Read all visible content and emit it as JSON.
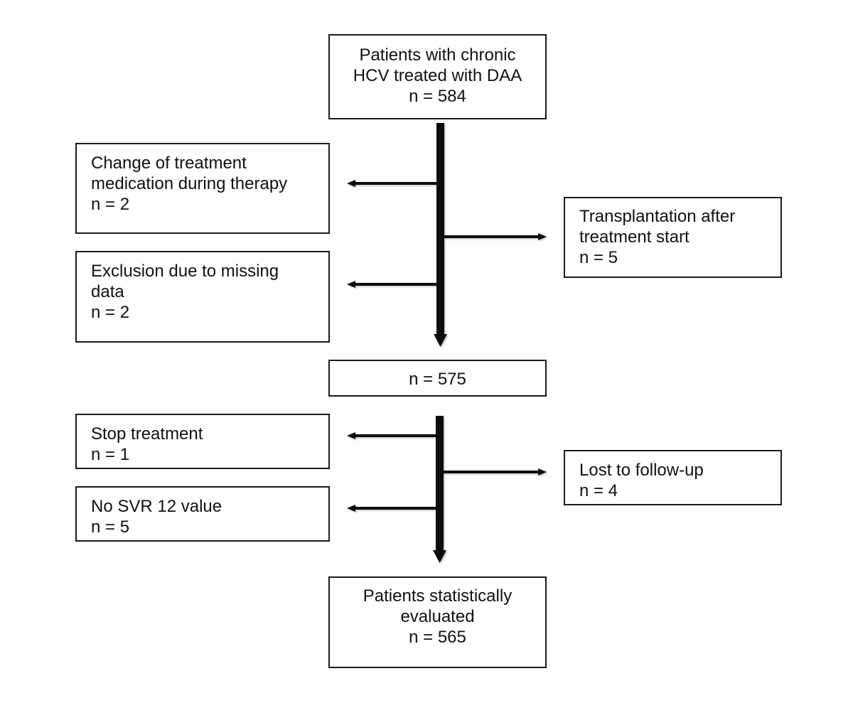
{
  "flowchart": {
    "start": {
      "line1": "Patients with chronic",
      "line2": "HCV treated with DAA",
      "count": "n = 584"
    },
    "exclusions_stage1": {
      "change_medication": {
        "line1": "Change of treatment",
        "line2": "medication during therapy",
        "count": "n = 2"
      },
      "transplantation": {
        "line1": "Transplantation after",
        "line2": "treatment start",
        "count": "n = 5"
      },
      "missing_data": {
        "line1": "Exclusion due to missing",
        "line2": "data",
        "count": "n = 2"
      }
    },
    "intermediate": {
      "count": "n = 575"
    },
    "exclusions_stage2": {
      "stop_treatment": {
        "line1": "Stop treatment",
        "count": "n = 1"
      },
      "lost_followup": {
        "line1": "Lost to follow-up",
        "count": "n = 4"
      },
      "no_svr12": {
        "line1": "No SVR 12 value",
        "count": "n = 5"
      }
    },
    "final": {
      "line1": "Patients statistically",
      "line2": "evaluated",
      "count": "n = 565"
    }
  },
  "colors": {
    "stroke": "#111111",
    "text": "#111111",
    "background": "#ffffff"
  }
}
